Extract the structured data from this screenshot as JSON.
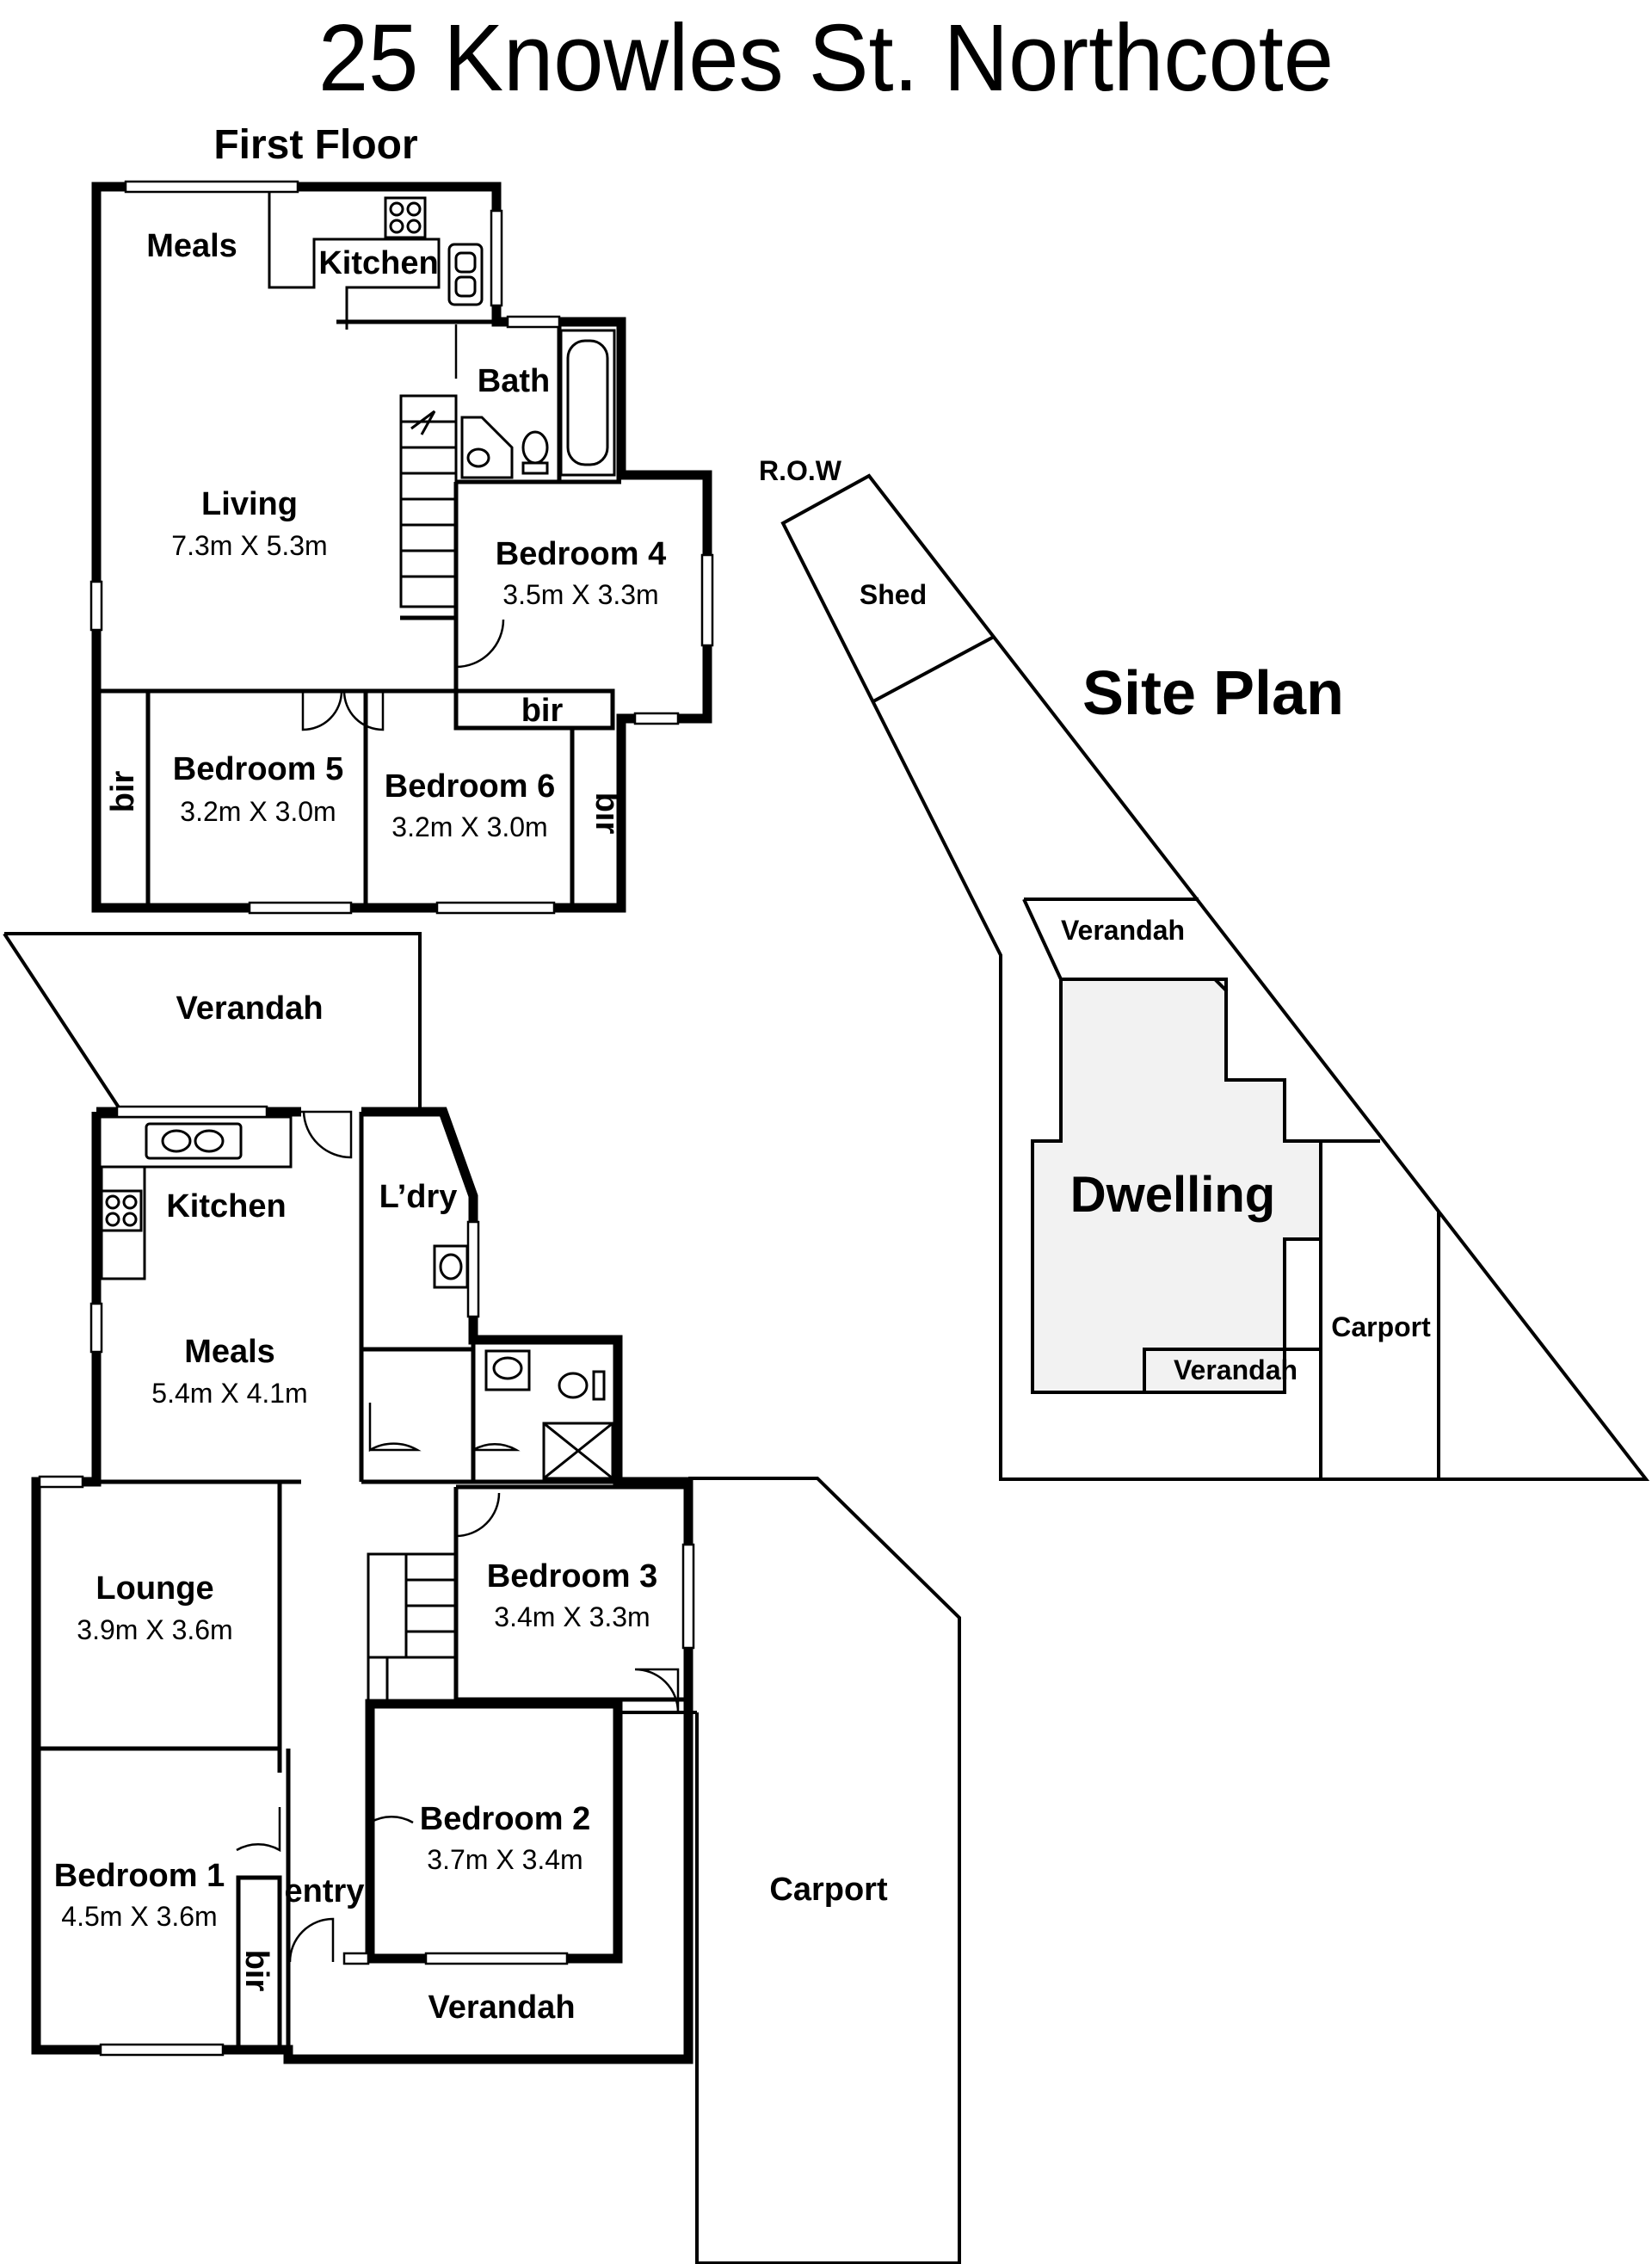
{
  "title": "25 Knowles St. Northcote",
  "first_floor": {
    "heading": "First Floor",
    "rooms": {
      "meals": "Meals",
      "kitchen": "Kitchen",
      "bath": "Bath",
      "living": "Living",
      "living_dim": "7.3m X 5.3m",
      "bedroom4": "Bedroom 4",
      "bedroom4_dim": "3.5m X 3.3m",
      "bir_bed4": "bir",
      "bedroom5": "Bedroom 5",
      "bedroom5_dim": "3.2m X 3.0m",
      "bir_bed5": "bir",
      "bedroom6": "Bedroom 6",
      "bedroom6_dim": "3.2m X 3.0m",
      "bir_bed6": "bir"
    }
  },
  "ground_floor": {
    "rooms": {
      "verandah_rear": "Verandah",
      "kitchen": "Kitchen",
      "laundry": "L’dry",
      "meals": "Meals",
      "meals_dim": "5.4m X 4.1m",
      "lounge": "Lounge",
      "lounge_dim": "3.9m X 3.6m",
      "bedroom3": "Bedroom 3",
      "bedroom3_dim": "3.4m X 3.3m",
      "bedroom2": "Bedroom 2",
      "bedroom2_dim": "3.7m X 3.4m",
      "bedroom1": "Bedroom 1",
      "bedroom1_dim": "4.5m X 3.6m",
      "bir": "bir",
      "entry": "entry",
      "verandah_front": "Verandah",
      "carport": "Carport"
    }
  },
  "site_plan": {
    "heading": "Site Plan",
    "row": "R.O.W",
    "shed": "Shed",
    "verandah_top": "Verandah",
    "dwelling": "Dwelling",
    "verandah_bottom": "Verandah",
    "carport": "Carport"
  }
}
